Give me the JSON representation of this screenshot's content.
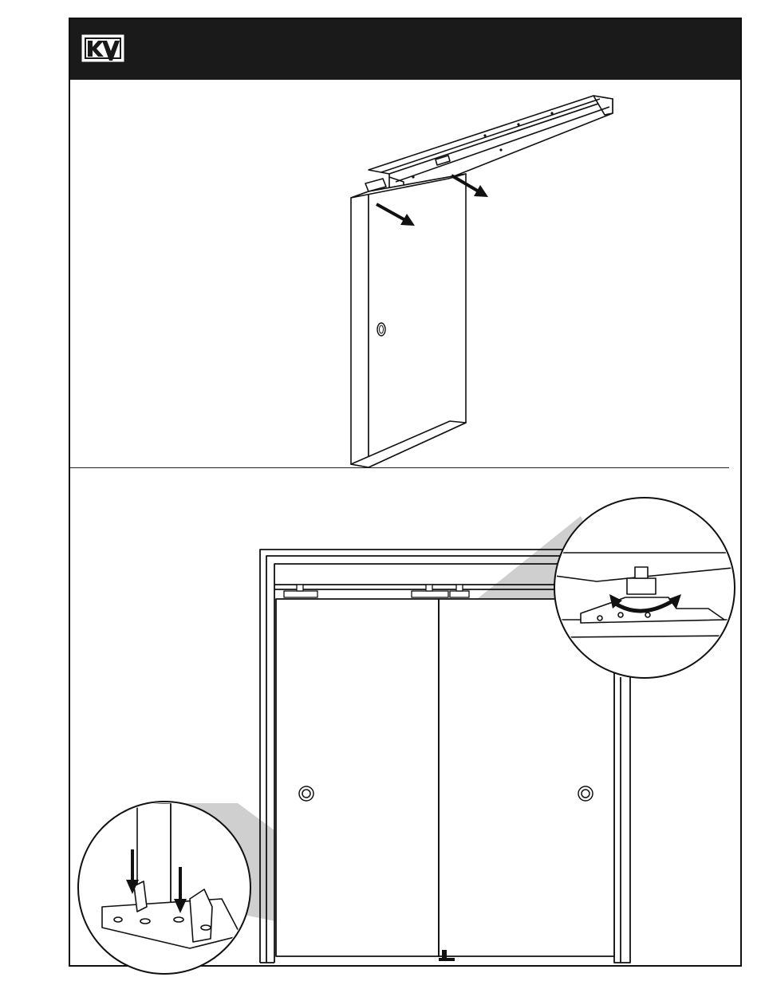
{
  "header": {
    "logo_text": "KV",
    "background_color": "#1a1a1a"
  },
  "figures": [
    {
      "id": "figure-1",
      "icon": "door-with-track-icon",
      "arrows": 2
    },
    {
      "id": "figure-2",
      "icon": "bypass-doors-in-frame-icon",
      "callouts": [
        "hanger-adjustment-detail",
        "floor-guide-detail"
      ]
    }
  ],
  "colors": {
    "line": "#111111",
    "callout_fill": "#cfcfcf"
  }
}
